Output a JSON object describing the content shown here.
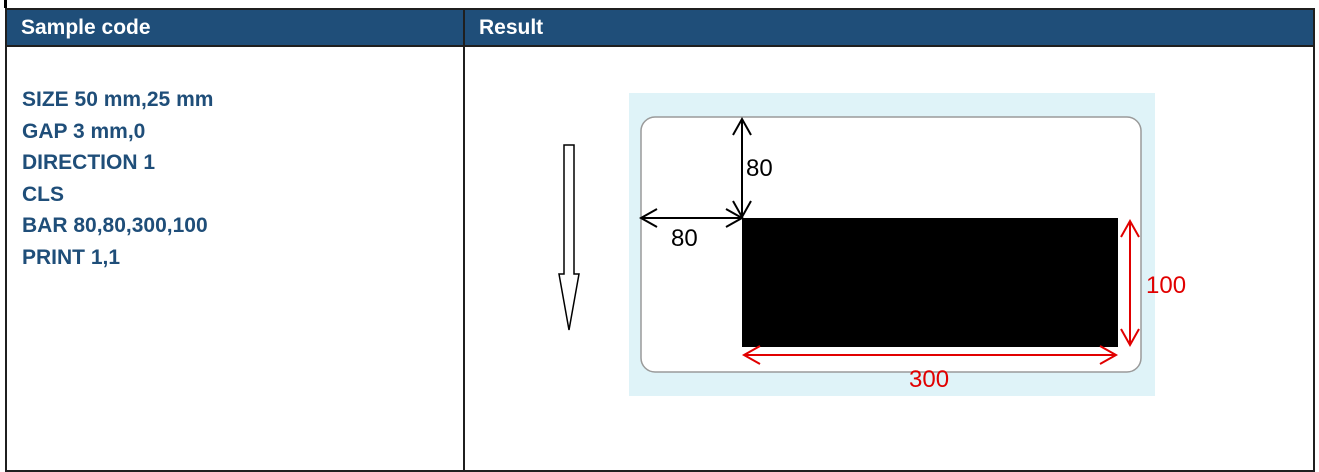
{
  "table": {
    "headers": {
      "code": "Sample code",
      "result": "Result"
    },
    "code_lines": [
      "SIZE 50 mm,25 mm",
      "GAP 3 mm,0",
      "DIRECTION 1",
      "CLS",
      "BAR 80,80,300,100",
      "PRINT 1,1"
    ]
  },
  "result": {
    "dimensions": {
      "y_offset": "80",
      "x_offset": "80",
      "bar_height": "100",
      "bar_width": "300"
    },
    "colors": {
      "header_bg": "#1f4e79",
      "code_text": "#1f4e79",
      "label_liner": "#dff3f8",
      "bar_fill": "#000000",
      "dimension_red": "#e10000"
    }
  }
}
